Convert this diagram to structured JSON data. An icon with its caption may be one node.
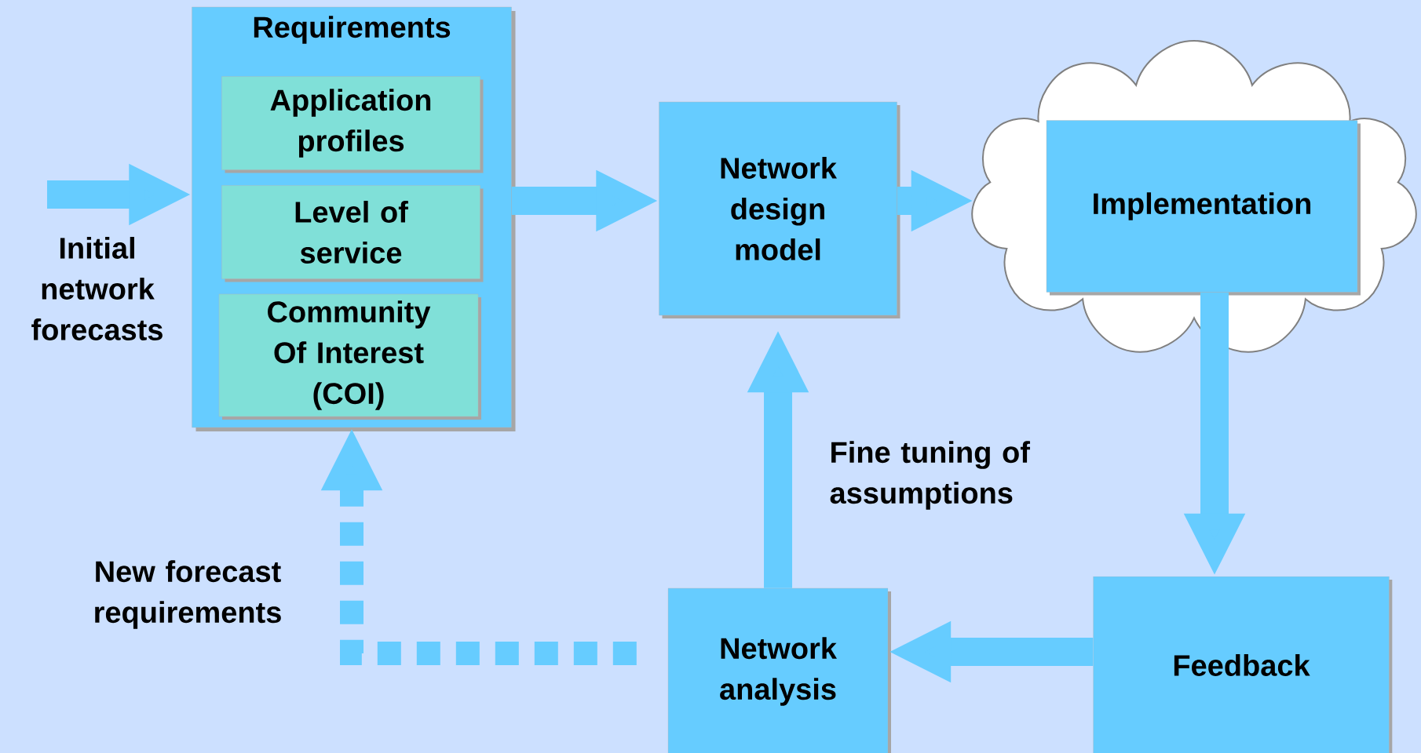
{
  "diagram": {
    "nodes": [
      {
        "text": [
          "Requirements"
        ]
      },
      {
        "text": [
          "Application profiles"
        ],
        "in": 0
      },
      {
        "text": [
          "Level of service"
        ],
        "in": 0
      },
      {
        "text": [
          "Community Of Interest (COI)"
        ],
        "in": 0
      },
      {
        "text": [
          "Network design model"
        ]
      },
      {
        "text": [],
        "shape": "cloud"
      },
      {
        "text": [
          "Implementation"
        ],
        "in": 5
      },
      {
        "text": [
          "Feedback"
        ]
      },
      {
        "text": [
          "Network analysis"
        ]
      }
    ],
    "edges": [
      {
        "from": null,
        "to": 0,
        "arrow": "to",
        "label": "Initial network forecasts"
      },
      {
        "from": 0,
        "to": 4,
        "arrow": "to"
      },
      {
        "from": 4,
        "to": 5,
        "arrow": "to"
      },
      {
        "from": 6,
        "to": 7,
        "arrow": "to"
      },
      {
        "from": 7,
        "to": 8,
        "arrow": "to"
      },
      {
        "from": 8,
        "to": 4,
        "arrow": "to",
        "label": "Fine tuning of assumptions"
      },
      {
        "from": 8,
        "to": 0,
        "arrow": "to",
        "style": "dashed",
        "label": "New forecast requirements"
      }
    ]
  }
}
